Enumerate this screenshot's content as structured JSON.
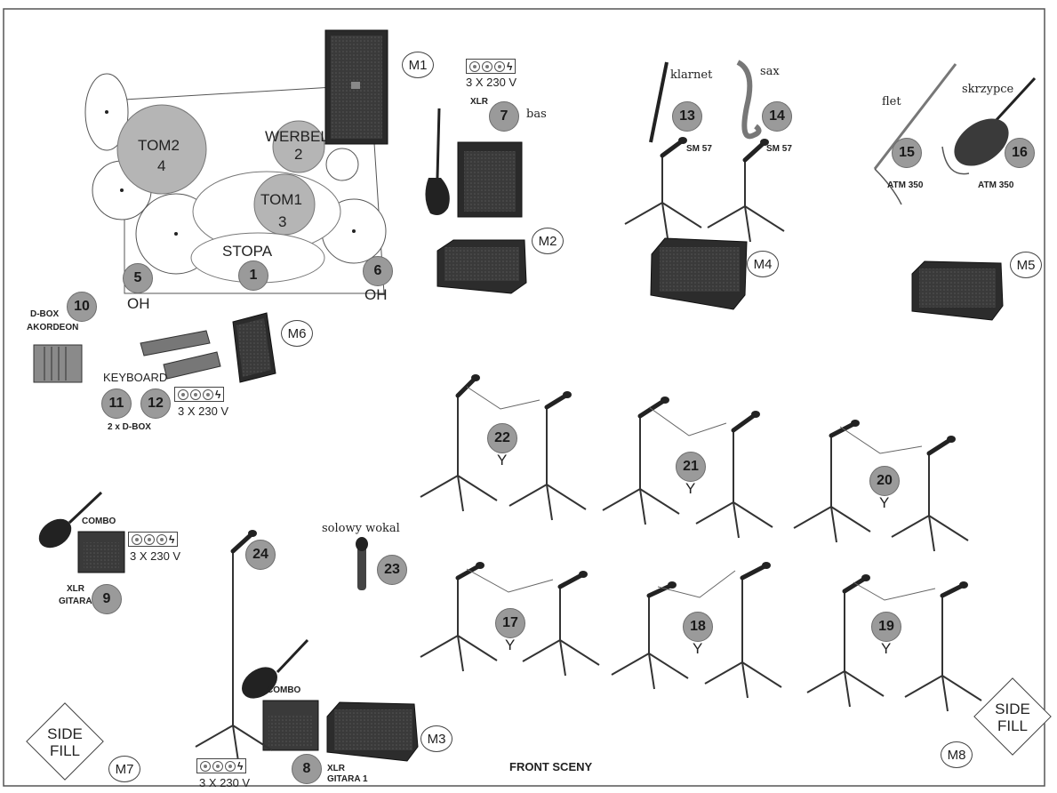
{
  "drums": {
    "tom2": "TOM2",
    "tom2_num": "4",
    "werbel": "WERBEL",
    "werbel_num": "2",
    "tom1": "TOM1",
    "tom1_num": "3",
    "stopa": "STOPA",
    "stopa_num": "1",
    "oh_left_num": "5",
    "oh_left": "OH",
    "oh_right_num": "6",
    "oh_right": "OH"
  },
  "monitors": {
    "m1": "M1",
    "m2": "M2",
    "m3": "M3",
    "m4": "M4",
    "m5": "M5",
    "m6": "M6",
    "m7": "M7",
    "m8": "M8"
  },
  "bass": {
    "power": "3 X 230 V",
    "xlr": "XLR",
    "num": "7",
    "label": "bas"
  },
  "winds": {
    "klarnet": "klarnet",
    "klarnet_num": "13",
    "klarnet_mic": "SM 57",
    "sax": "sax",
    "sax_num": "14",
    "sax_mic": "SM 57"
  },
  "strings": {
    "flet": "flet",
    "flet_num": "15",
    "flet_mic": "ATM 350",
    "skrzypce": "skrzypce",
    "skrzypce_num": "16",
    "skrzypce_mic": "ATM 350"
  },
  "accordion": {
    "dbox": "D-BOX",
    "num": "10",
    "label": "AKORDEON"
  },
  "keyboard": {
    "label": "KEYBOARD",
    "num_a": "11",
    "num_b": "12",
    "power": "3 X 230 V",
    "dbox": "2 x D-BOX"
  },
  "vocals": {
    "row1": [
      "22",
      "21",
      "20"
    ],
    "row2": [
      "17",
      "18",
      "19"
    ],
    "y_mark": "Y"
  },
  "solo": {
    "label": "solowy wokal",
    "num": "23"
  },
  "vocal_stand_num": "24",
  "guitar2": {
    "combo": "COMBO",
    "power": "3 X 230 V",
    "xlr": "XLR",
    "label": "GITARA 2",
    "num": "9"
  },
  "guitar1": {
    "combo": "COMBO",
    "power": "3 X 230 V",
    "num": "8",
    "xlr": "XLR",
    "label": "GITARA 1"
  },
  "side_fill": {
    "left_line1": "SIDE",
    "left_line2": "FILL",
    "right_line1": "SIDE",
    "right_line2": "FILL"
  },
  "front": "FRONT SCENY"
}
